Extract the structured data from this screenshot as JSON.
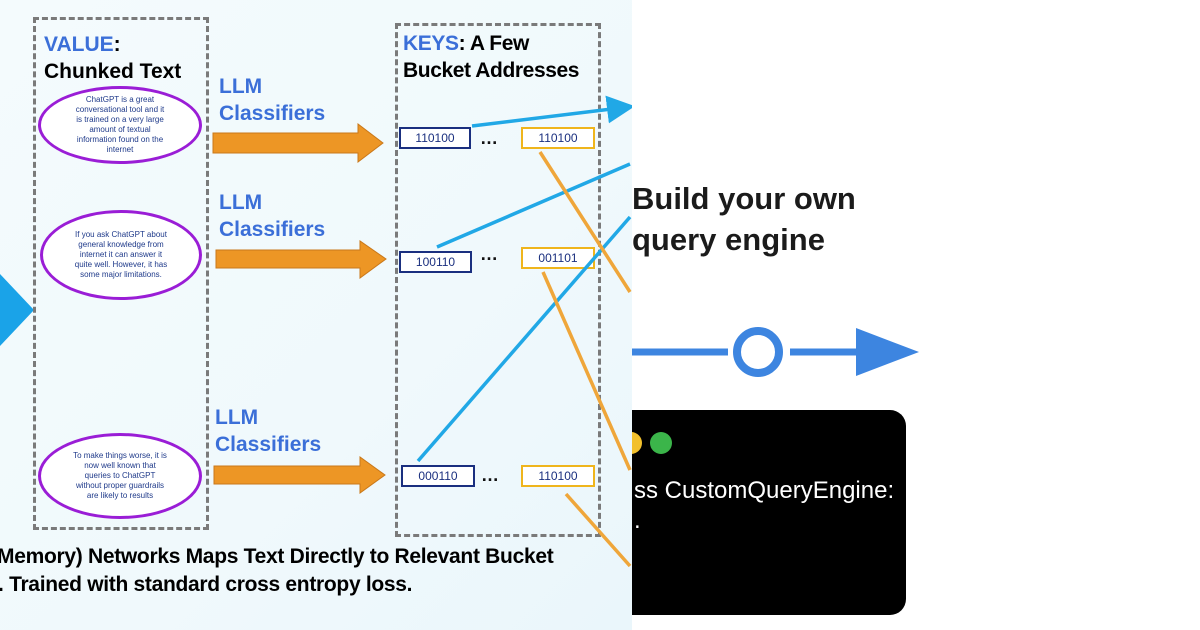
{
  "left": {
    "value_title": {
      "keyword": "VALUE",
      "colon": ":",
      "line2": "Chunked Text"
    },
    "keys_title": {
      "keyword": "KEYS",
      "rest1": ": A Few",
      "line2": "Bucket Addresses"
    },
    "chunks": [
      "ChatGPT is a great conversational tool and it is trained on a very large amount of textual information found on the internet",
      "If you ask ChatGPT about general knowledge from internet it can answer it quite well. However, it has some major limitations.",
      "To make things worse, it is now well known that queries to ChatGPT without proper guardrails are likely to results"
    ],
    "classifier_label_line1": "LLM",
    "classifier_label_line2": "Classifiers",
    "rows": [
      {
        "key_left": "110100",
        "key_right": "110100"
      },
      {
        "key_left": "100110",
        "key_right": "001101"
      },
      {
        "key_left": "000110",
        "key_right": "110100"
      }
    ],
    "ellipsis": "…",
    "caption_line1": "Memory) Networks Maps Text Directly to Relevant Bucket",
    "caption_line2": ". Trained with standard cross entropy loss.",
    "colors": {
      "arrow": "#ed9625",
      "keyword": "#3b6fd8",
      "ellipse": "#9a1dd6",
      "link_blue": "#21a8e6",
      "link_orange": "#efa63a"
    }
  },
  "right": {
    "title_line1": "Build your own",
    "title_line2": "query engine",
    "terminal_line1": "ss CustomQueryEngine:",
    "terminal_line2": ".",
    "colors": {
      "flow": "#3d85e0",
      "terminal_bg": "#000000",
      "dot_yellow": "#f2c02c",
      "dot_green": "#3bb54a"
    }
  }
}
